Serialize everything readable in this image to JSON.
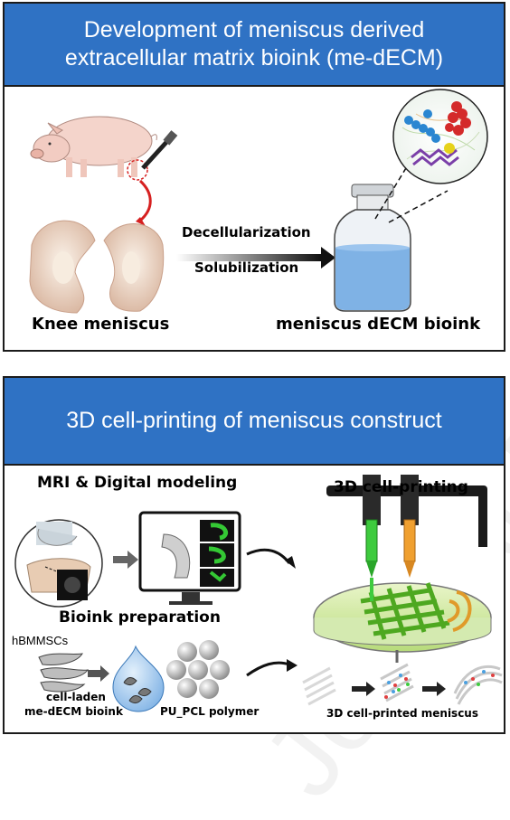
{
  "panel1": {
    "title_line1": "Development of meniscus derived",
    "title_line2": "extracellular matrix bioink (me-dECM)",
    "label_knee": "Knee meniscus",
    "label_decell": "Decellularization",
    "label_solub": "Solubilization",
    "label_bioink": "meniscus dECM bioink"
  },
  "panel2": {
    "title": "3D cell-printing of meniscus construct",
    "label_mri": "MRI & Digital modeling",
    "label_printing": "3D cell-printing",
    "label_bioink_prep": "Bioink preparation",
    "label_hbmmscs": "hBMMSCs",
    "label_cell_laden_1": "cell-laden",
    "label_cell_laden_2": "me-dECM bioink",
    "label_polymer": "PU_PCL polymer",
    "label_printed": "3D cell-printed meniscus"
  },
  "watermark": "Journal Pre-proof",
  "colors": {
    "header_blue": "#2f72c4",
    "liquid_blue": "#7fb2e5",
    "printed_green": "#3ecb3e",
    "nozzle_orange": "#f0a030"
  }
}
